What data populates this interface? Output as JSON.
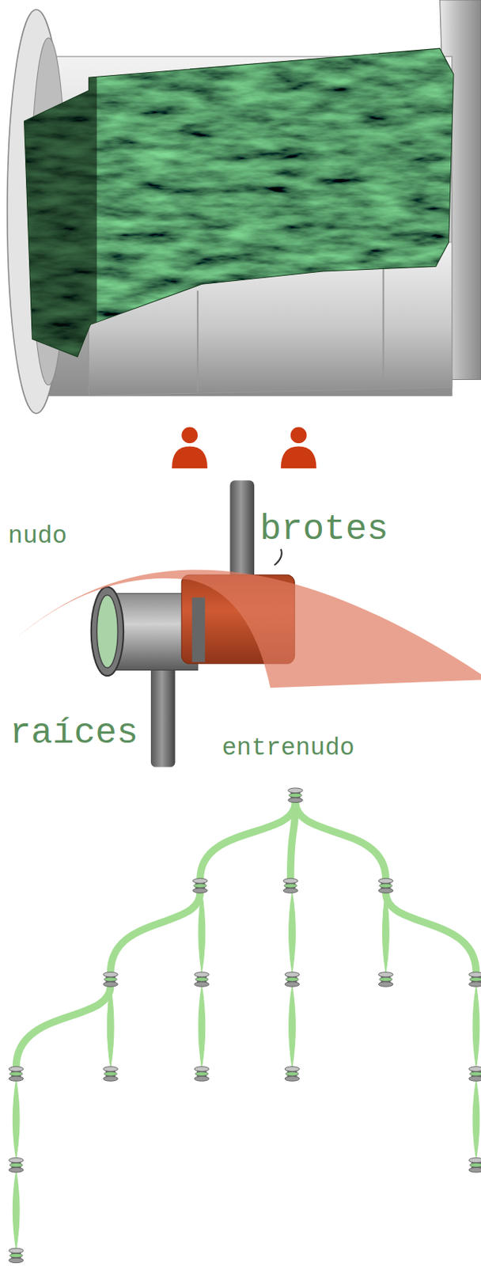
{
  "diagram": {
    "labels": [
      "nudo",
      "brotes",
      "raíces",
      "entrenudo"
    ]
  }
}
